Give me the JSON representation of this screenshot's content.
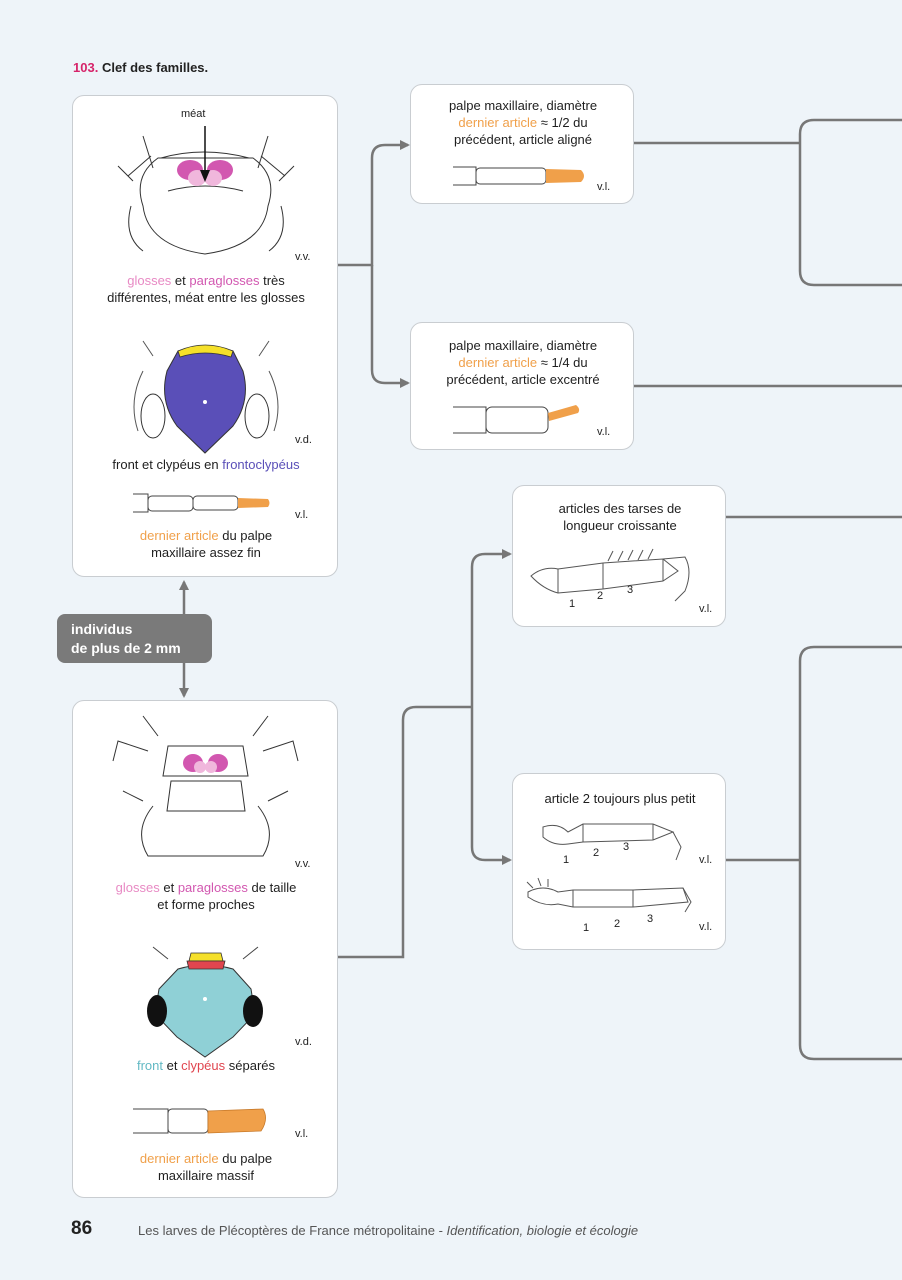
{
  "header": {
    "number": "103.",
    "title": "Clef des familles."
  },
  "center_label": {
    "line1": "individus",
    "line2": "de plus de 2 mm"
  },
  "card_top_left": {
    "meat_label": "méat",
    "view1": "v.v.",
    "glosses": "glosses",
    "et": " et ",
    "paraglosses": "paraglosses",
    "line1_rest": " très",
    "line2": "différentes, méat entre les glosses",
    "view2": "v.d.",
    "front_text": "front et clypéus en ",
    "frontoclypeus": "frontoclypéus",
    "view3": "v.l.",
    "dernier_article": "dernier article",
    "palpe_rest": " du palpe",
    "palpe_line2": "maxillaire assez fin"
  },
  "card_bottom_left": {
    "view1": "v.v.",
    "glosses": "glosses",
    "et": " et ",
    "paraglosses": "paraglosses",
    "line1_rest": " de taille",
    "line2": "et forme proches",
    "view2": "v.d.",
    "front": "front",
    "et2": " et ",
    "clypeus": "clypéus",
    "separes": " séparés",
    "view3": "v.l.",
    "dernier_article": "dernier article",
    "palpe_rest": " du palpe",
    "palpe_line2": "maxillaire massif"
  },
  "card_palpe_1": {
    "line1": "palpe maxillaire, diamètre",
    "dernier_article": "dernier article",
    "ratio": " ≈ 1/2 du",
    "line3": "précédent, article aligné",
    "view": "v.l."
  },
  "card_palpe_2": {
    "line1": "palpe maxillaire, diamètre",
    "dernier_article": "dernier article",
    "ratio": " ≈ 1/4 du",
    "line3": "précédent, article excentré",
    "view": "v.l."
  },
  "card_tarses_1": {
    "line1": "articles des tarses de",
    "line2": "longueur croissante",
    "n1": "1",
    "n2": "2",
    "n3": "3",
    "view": "v.l."
  },
  "card_tarses_2": {
    "line1": "article 2 toujours plus petit",
    "n1": "1",
    "n2": "2",
    "n3": "3",
    "view1": "v.l.",
    "m1": "1",
    "m2": "2",
    "m3": "3",
    "view2": "v.l."
  },
  "footer": {
    "page": "86",
    "text": "Les larves de Plécoptères de France métropolitaine - ",
    "italic": "Identification, biologie et écologie"
  },
  "colors": {
    "magenta": "#d6246a",
    "pink": "#d257b0",
    "orange": "#f0a04a",
    "purple": "#5a4fb8",
    "cyan": "#62b9c4",
    "red": "#e0454f",
    "yellow": "#f5e02a",
    "connector": "#777777",
    "label_bg": "#7a7a7a"
  }
}
